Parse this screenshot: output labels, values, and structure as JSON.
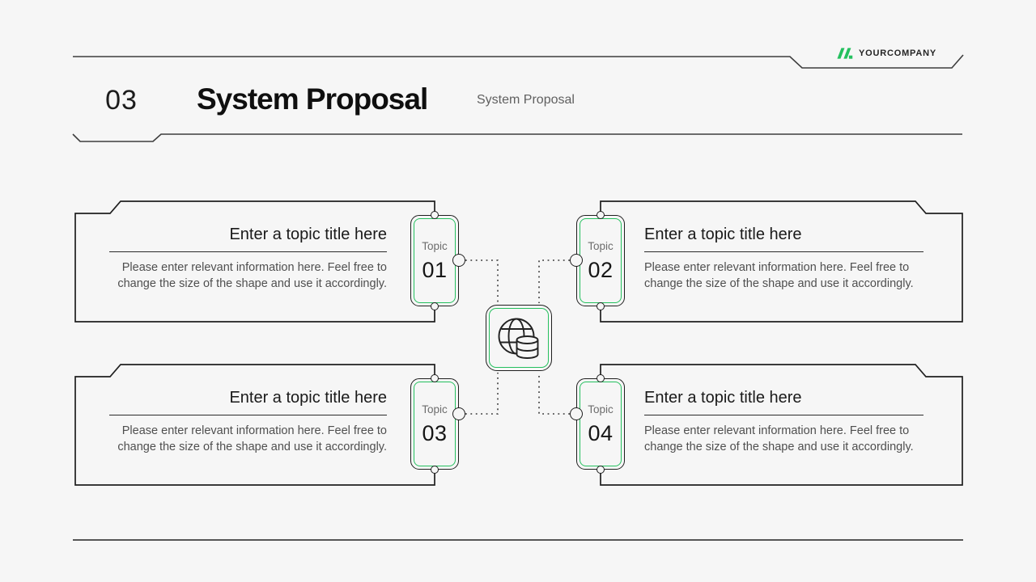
{
  "slide": {
    "background": "#f6f6f6",
    "accent_green": "#24c05e",
    "line_color": "#3d3d3d",
    "box_line_color": "#1f1f1f"
  },
  "header": {
    "section_number": "03",
    "title": "System Proposal",
    "subtitle": "System Proposal",
    "brand": {
      "name": "YOURCOMPANY",
      "logo_icon": "company-logo-icon"
    }
  },
  "diagram": {
    "center_icon": "globe-database-icon",
    "topics": [
      {
        "position": "top-left",
        "card_label": "Topic",
        "number": "01",
        "title": "Enter a topic title here",
        "body": "Please enter relevant information here. Feel free to change the size of the shape and use it accordingly."
      },
      {
        "position": "top-right",
        "card_label": "Topic",
        "number": "02",
        "title": "Enter a topic title here",
        "body": "Please enter relevant information here. Feel free to change the size of the shape and use it accordingly."
      },
      {
        "position": "bottom-left",
        "card_label": "Topic",
        "number": "03",
        "title": "Enter a topic title here",
        "body": "Please enter relevant information here. Feel free to change the size of the shape and use it accordingly."
      },
      {
        "position": "bottom-right",
        "card_label": "Topic",
        "number": "04",
        "title": "Enter a topic title here",
        "body": "Please enter relevant information here. Feel free to change the size of the shape and use it accordingly."
      }
    ]
  }
}
